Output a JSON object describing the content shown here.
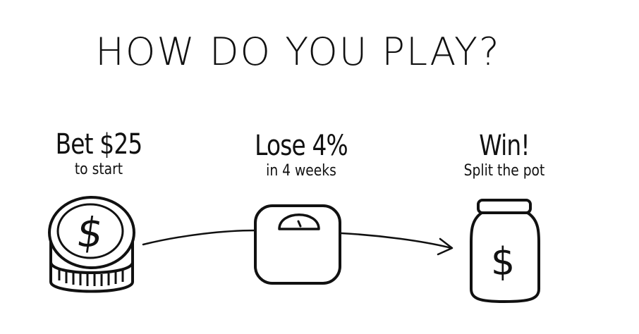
{
  "title": "HOW DO YOU PLAY?",
  "steps": [
    {
      "heading": "Bet $25",
      "subtext": "to start",
      "icon": "coin-stack-icon"
    },
    {
      "heading": "Lose 4%",
      "subtext": "in 4 weeks",
      "icon": "bathroom-scale-icon"
    },
    {
      "heading": "Win!",
      "subtext": "Split the pot",
      "icon": "money-jar-icon"
    }
  ],
  "colors": {
    "ink": "#111111",
    "background": "#ffffff"
  }
}
